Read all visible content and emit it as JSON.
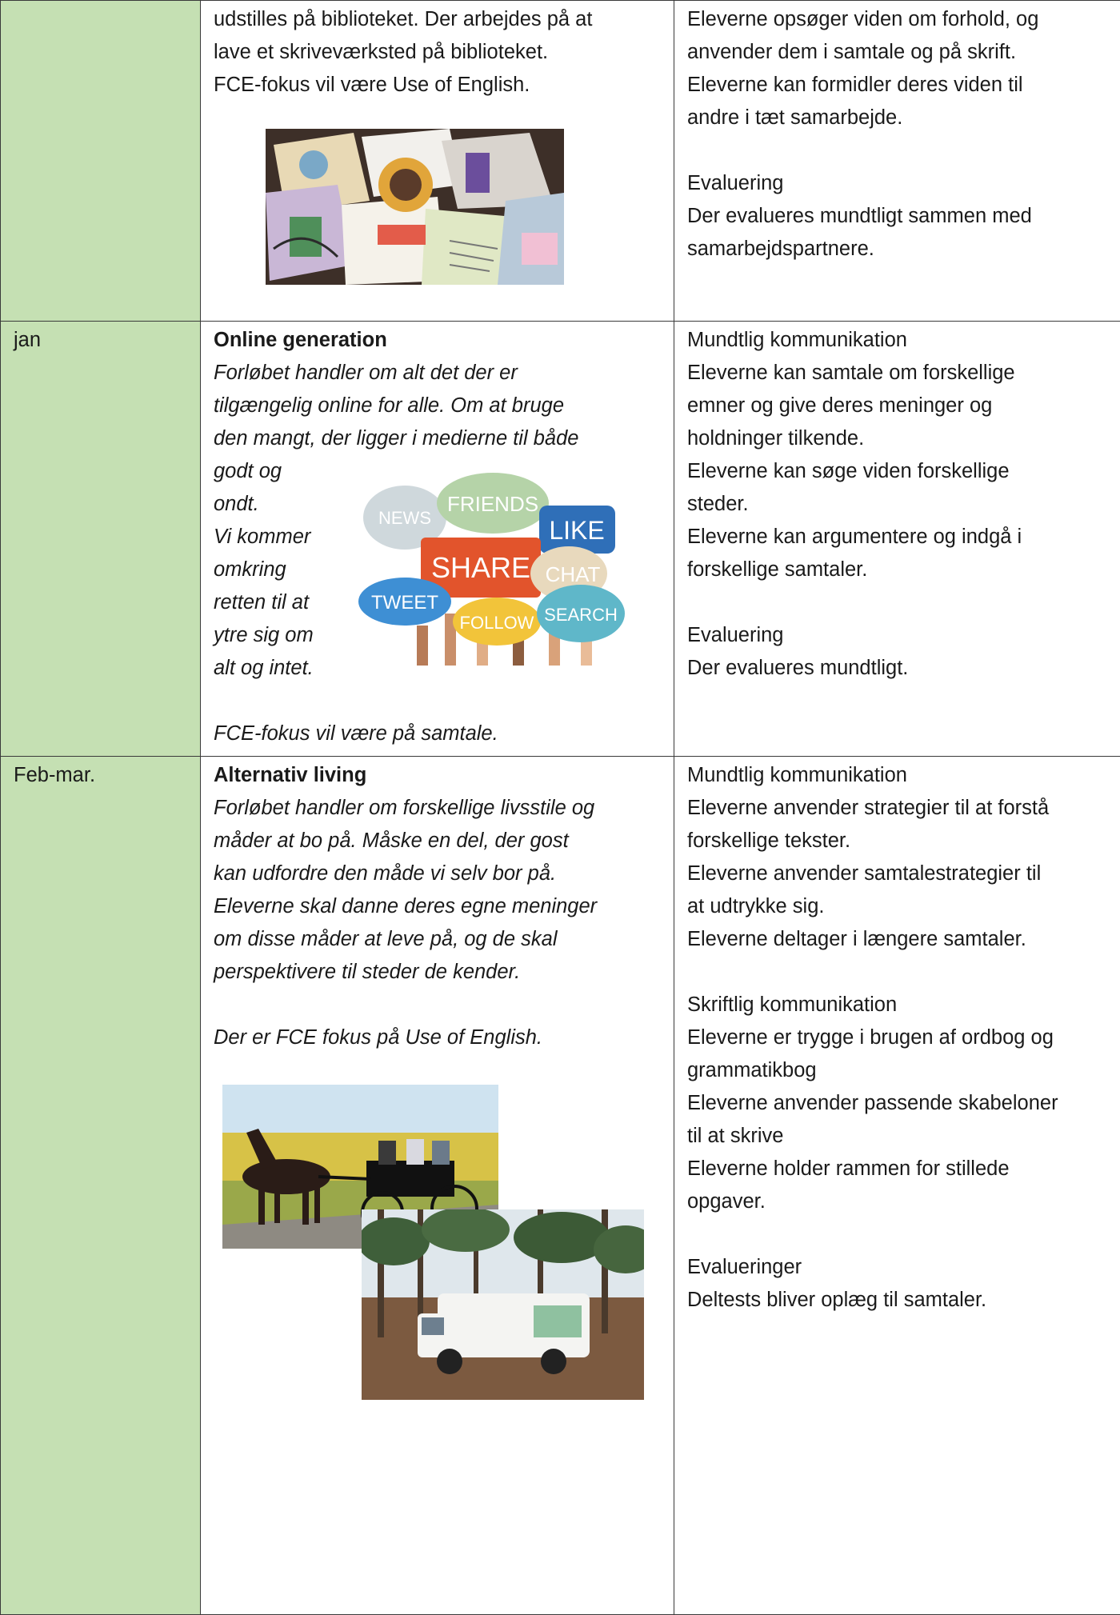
{
  "rows": [
    {
      "period": "",
      "middle": {
        "lines": [
          "udstilles på biblioteket. Der arbejdes på at",
          "lave et skriveværksted på biblioteket.",
          "FCE-fokus vil være Use of English."
        ],
        "image_icon": "art-collage-image"
      },
      "right": {
        "lines": [
          "Eleverne opsøger viden om forhold, og",
          "anvender dem i samtale og på skrift.",
          "Eleverne kan formidler deres viden til",
          "andre i tæt samarbejde.",
          "",
          "Evaluering",
          "Der evalueres mundtligt sammen med",
          "samarbejdspartnere."
        ]
      }
    },
    {
      "period": "jan",
      "middle": {
        "title": "Online generation",
        "intro_lines": [
          "Forløbet handler om alt det der er",
          "tilgængelig online for alle. Om at bruge",
          "den mangt, der ligger i medierne til både"
        ],
        "wrap_lines": [
          "godt og",
          "ondt.",
          "Vi kommer",
          "omkring",
          "retten til at",
          "ytre sig om",
          "alt og intet."
        ],
        "focus": "FCE-fokus vil være på samtale.",
        "bubbles": [
          "NEWS",
          "FRIENDS",
          "LIKE",
          "SHARE",
          "CHAT",
          "TWEET",
          "FOLLOW",
          "SEARCH"
        ]
      },
      "right": {
        "lines": [
          "Mundtlig kommunikation",
          "Eleverne kan samtale om forskellige",
          "emner og give deres meninger og",
          "holdninger tilkende.",
          "Eleverne kan søge viden forskellige",
          "steder.",
          "Eleverne kan argumentere og indgå i",
          "forskellige samtaler.",
          "",
          "Evaluering",
          "Der evalueres mundtligt."
        ]
      }
    },
    {
      "period": "Feb-mar.",
      "middle": {
        "title": "Alternativ living",
        "intro_lines": [
          "Forløbet handler om forskellige livsstile og",
          "måder at bo på. Måske en del, der gost",
          "kan udfordre den måde vi selv bor på.",
          "Eleverne skal danne deres egne meninger",
          "om disse måder at leve på, og de skal",
          "perspektivere til steder de kender.",
          "",
          "Der er FCE fokus på Use of English."
        ],
        "image_a_icon": "horse-buggy-photo",
        "image_b_icon": "camper-van-photo"
      },
      "right": {
        "lines": [
          "Mundtlig kommunikation",
          "Eleverne anvender strategier til at forstå",
          "forskellige tekster.",
          "Eleverne anvender samtalestrategier til",
          "at udtrykke sig.",
          "Eleverne deltager i længere samtaler.",
          "",
          "Skriftlig kommunikation",
          "Eleverne er trygge i brugen af ordbog og",
          "grammatikbog",
          "Eleverne anvender passende skabeloner",
          "til at skrive",
          "Eleverne holder rammen for stillede",
          "opgaver.",
          "",
          "Evalueringer",
          "Deltests bliver oplæg til samtaler."
        ]
      }
    }
  ],
  "colors": {
    "period_col": "#c5e0b3",
    "border": "#3a3a3a"
  }
}
